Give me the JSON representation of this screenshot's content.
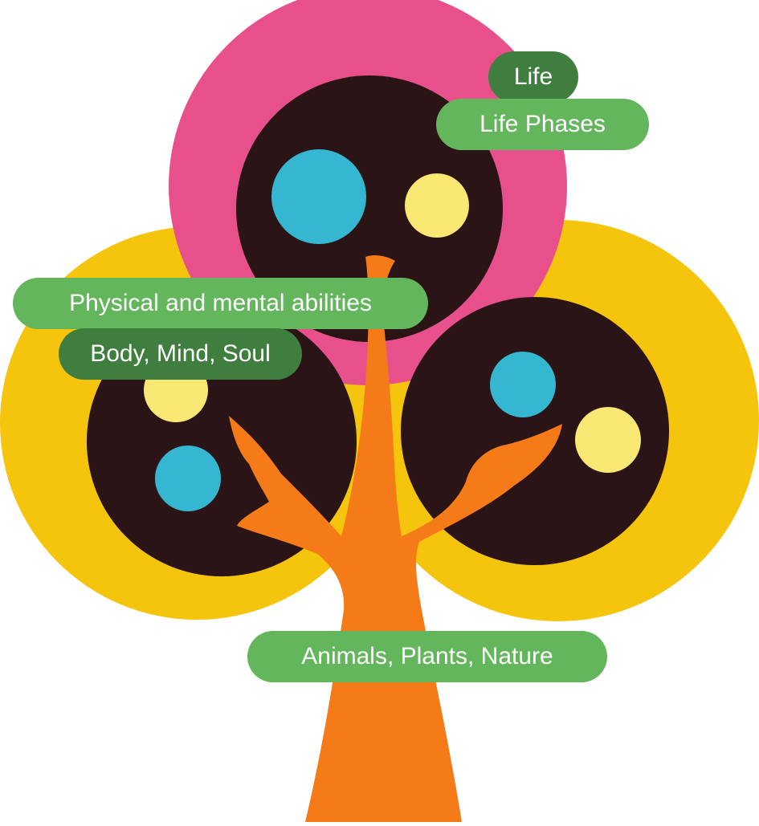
{
  "colors": {
    "background": "#ffffff",
    "crown_yellow": "#F5C40C",
    "crown_pink": "#E8508C",
    "crown_core": "#2A1416",
    "trunk": "#F57A18",
    "dot_blue": "#35B7D2",
    "dot_yellow": "#F9E874",
    "tag_light": "#64B65D",
    "tag_dark": "#3F7E3F"
  },
  "labels": {
    "life": {
      "text": "Life",
      "color": "#3F7E3F"
    },
    "life_phases": {
      "text": "Life Phases",
      "color": "#64B65D"
    },
    "physical_mental": {
      "text": "Physical and mental abilities",
      "color": "#64B65D"
    },
    "body_mind_soul": {
      "text": "Body, Mind, Soul",
      "color": "#3F7E3F"
    },
    "animals_plants_nature": {
      "text": "Animals, Plants, Nature",
      "color": "#64B65D"
    }
  }
}
